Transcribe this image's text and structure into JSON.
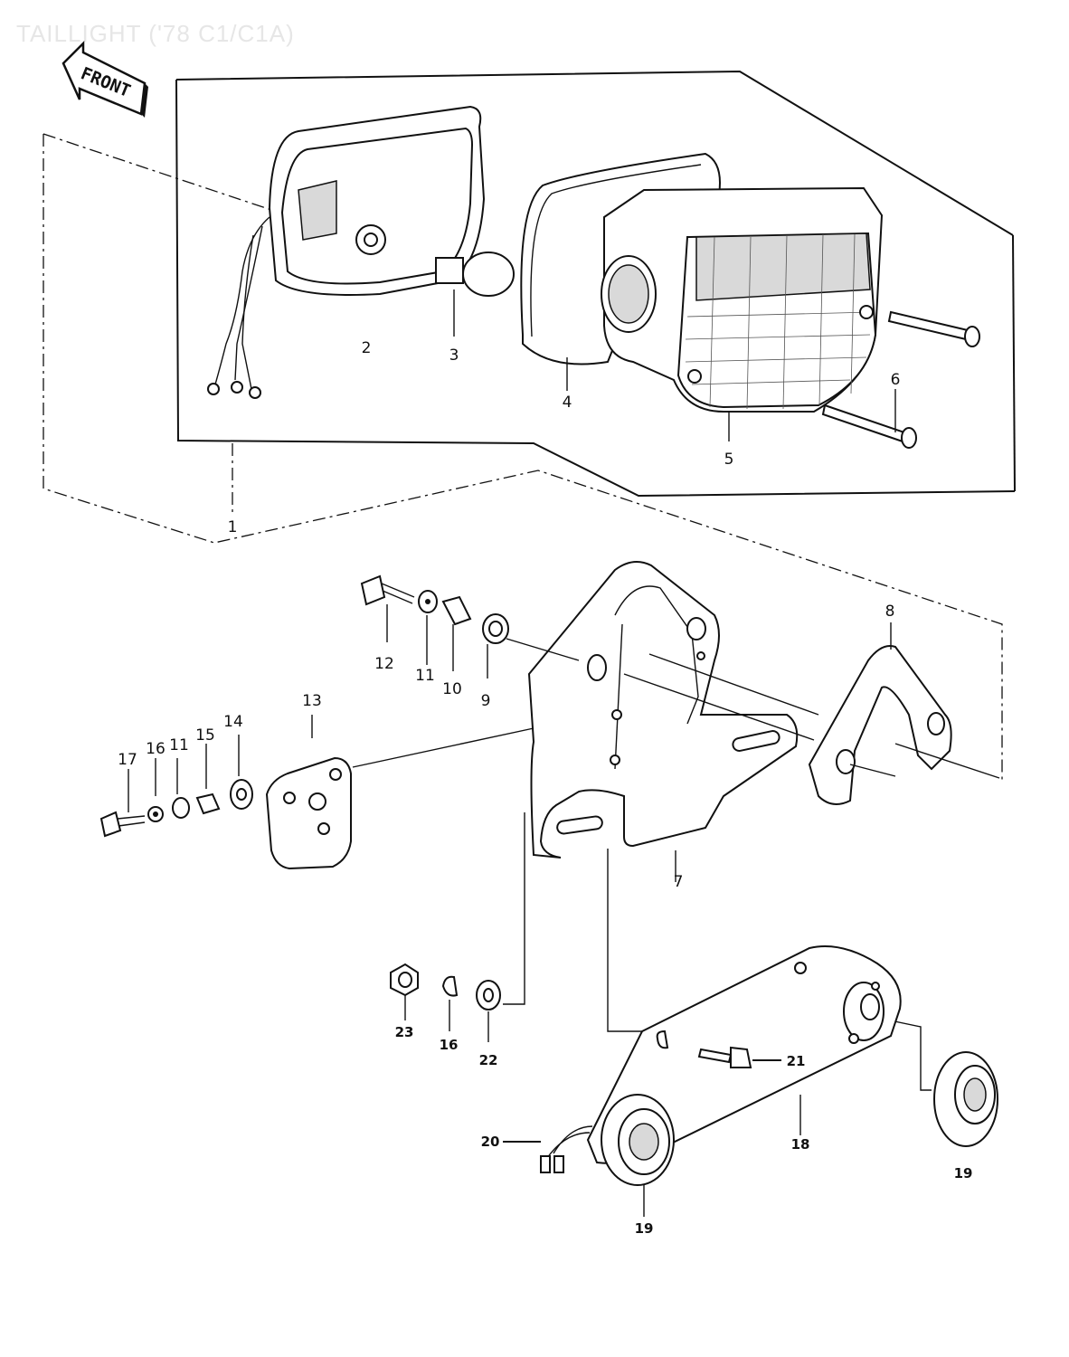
{
  "title": "TAILLIGHT ('78 C1/C1A)",
  "front_label": "FRONT",
  "parts": [
    {
      "id": "p1",
      "label": "1"
    },
    {
      "id": "p2",
      "label": "2"
    },
    {
      "id": "p3",
      "label": "3"
    },
    {
      "id": "p4",
      "label": "4"
    },
    {
      "id": "p5",
      "label": "5"
    },
    {
      "id": "p6",
      "label": "6"
    },
    {
      "id": "p7",
      "label": "7"
    },
    {
      "id": "p8",
      "label": "8"
    },
    {
      "id": "p9",
      "label": "9"
    },
    {
      "id": "p10",
      "label": "10"
    },
    {
      "id": "p11a",
      "label": "11"
    },
    {
      "id": "p12",
      "label": "12"
    },
    {
      "id": "p13",
      "label": "13"
    },
    {
      "id": "p14",
      "label": "14"
    },
    {
      "id": "p15",
      "label": "15"
    },
    {
      "id": "p16a",
      "label": "16"
    },
    {
      "id": "p11b",
      "label": "11"
    },
    {
      "id": "p17",
      "label": "17"
    },
    {
      "id": "p23",
      "label": "23"
    },
    {
      "id": "p16b",
      "label": "16"
    },
    {
      "id": "p22",
      "label": "22"
    },
    {
      "id": "p21",
      "label": "21"
    },
    {
      "id": "p18",
      "label": "18"
    },
    {
      "id": "p20",
      "label": "20"
    },
    {
      "id": "p19a",
      "label": "19"
    },
    {
      "id": "p19b",
      "label": "19"
    }
  ]
}
